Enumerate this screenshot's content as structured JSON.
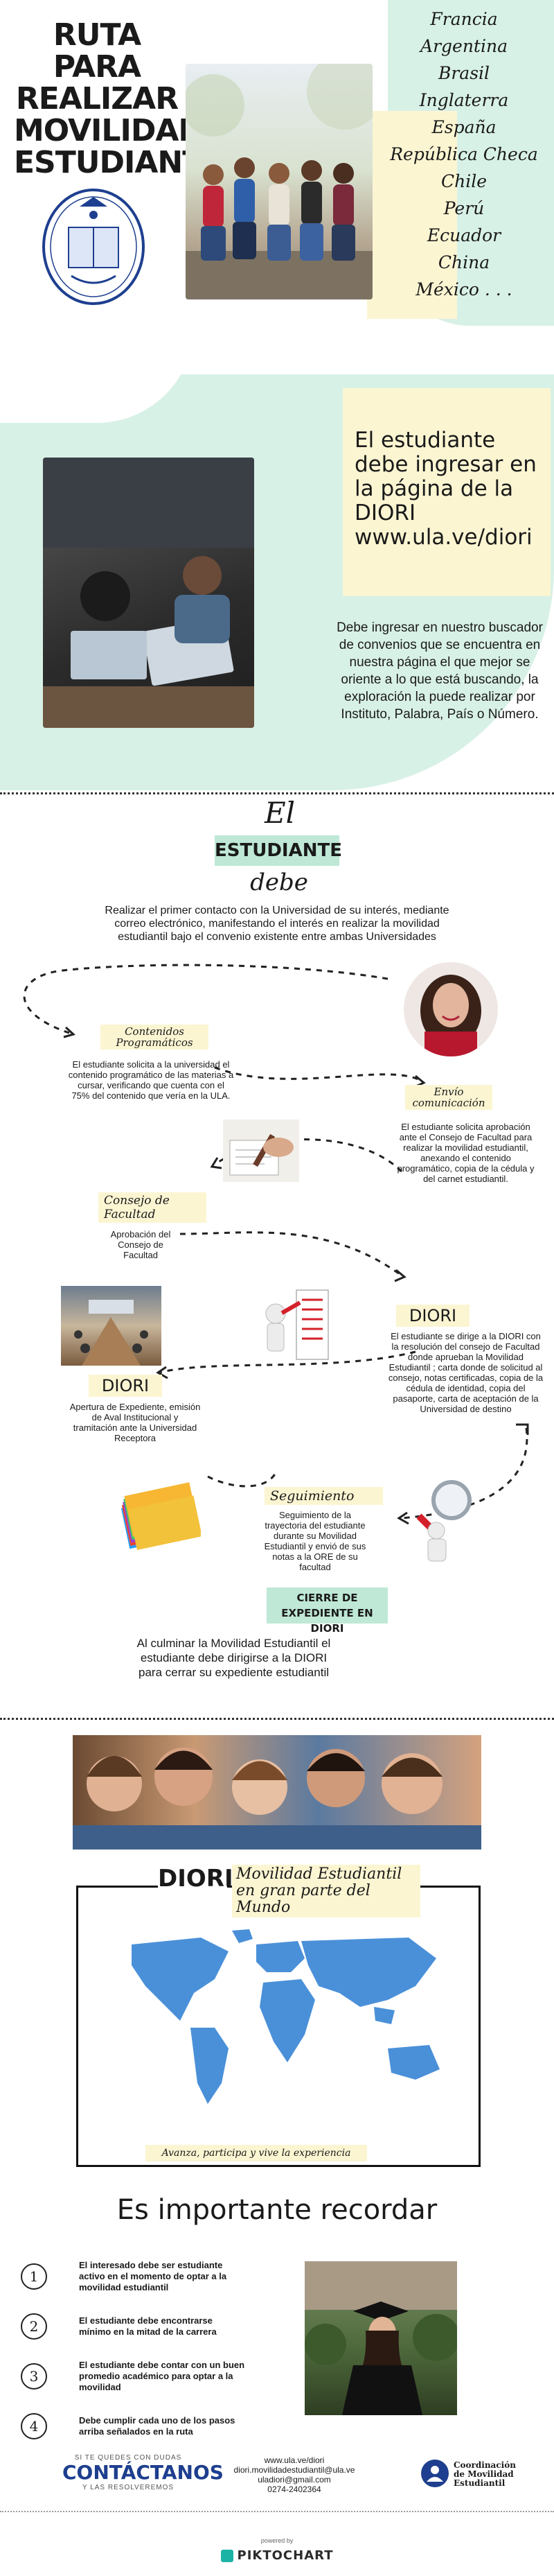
{
  "header": {
    "title_lines": [
      "RUTA PARA",
      "REALIZAR",
      "MOVILIDAD",
      "ESTUDIANTIL"
    ],
    "countries": [
      "Francia",
      "Argentina",
      "Brasil",
      "Inglaterra",
      "España",
      "República Checa",
      "Chile",
      "Perú",
      "Ecuador",
      "China",
      "México . . ."
    ]
  },
  "diori_section": {
    "heading": "El estudiante debe ingresar en la página de la DIORI www.ula.ve/diori",
    "body": "Debe ingresar en nuestro buscador de convenios que se encuentra en nuestra página el que mejor se oriente a lo que está buscando, la exploración la puede realizar por Instituto, Palabra, País o Número."
  },
  "route": {
    "el": "El",
    "estudiante": "ESTUDIANTE",
    "debe": "debe",
    "intro": "Realizar el primer contacto con la Universidad de su interés, mediante correo electrónico, manifestando el interés en realizar la movilidad estudiantil bajo el convenio existente entre ambas Universidades",
    "contenidos_label": "Contenidos Programáticos",
    "contenidos_text": "El estudiante solicita a la universidad el contenido programático de las materias a cursar, verificando que cuenta con el 75% del contenido que vería en la ULA.",
    "envio_label": "Envío comunicación",
    "envio_text": "El estudiante solicita aprobación ante el Consejo de Facultad para realizar la movilidad estudiantil, anexando el contenido programático, copia de la cédula y del carnet estudiantil.",
    "consejo_label": "Consejo de Facultad",
    "consejo_text": "Aprobación del Consejo de Facultad",
    "diori_label_right": "DIORI",
    "diori_text_right": "El estudiante se dirige a la DIORI con la resolución del consejo de Facultad donde aprueban la Movilidad Estudiantil ; carta donde de solicitud al consejo, notas certificadas, copia de la cédula de identidad, copia del pasaporte, carta de aceptación de la Universidad de destino",
    "diori_label_left": "DIORI",
    "diori_text_left": "Apertura de Expediente, emisión de Aval Institucional y tramitación ante la Universidad Receptora",
    "seguimiento_label": "Seguimiento",
    "seguimiento_text": "Seguimiento de la trayectoria del estudiante durante su Movilidad Estudiantil y envió de sus notas a la ORE de su facultad",
    "cierre": "CIERRE DE EXPEDIENTE EN DIORI",
    "closing": "Al culminar la Movilidad Estudiantil el estudiante debe dirigirse a la DIORI para cerrar su expediente estudiantil"
  },
  "map_section": {
    "diori": "DIORI",
    "subtitle": "Movilidad Estudiantil en gran parte del Mundo",
    "caption": "Avanza, participa y vive la experiencia"
  },
  "remember": {
    "heading": "Es importante recordar",
    "items": [
      {
        "num": "1",
        "text": "El interesado debe ser estudiante activo en el momento de optar a la movilidad estudiantil"
      },
      {
        "num": "2",
        "text": "El estudiante debe encontrarse mínimo en la mitad de la carrera"
      },
      {
        "num": "3",
        "text": "El estudiante debe contar con un buen promedio académico para optar a la movilidad"
      },
      {
        "num": "4",
        "text": "Debe cumplir cada uno de los pasos arriba señalados en la ruta"
      }
    ]
  },
  "footer": {
    "dudas": "SI TE QUEDES CON DUDAS",
    "contactanos": "CONTÁCTANOS",
    "resolveremos": "Y LAS RESOLVEREMOS",
    "contacts": [
      "www.ula.ve/diori",
      "diori.movilidadestudiantil@ula.ve",
      "uladiori@gmail.com",
      "0274-2402364"
    ],
    "coord": "Coordinación de Movilidad Estudiantil",
    "powered": "powered by",
    "brand": "PIKTOCHART"
  },
  "colors": {
    "mint": "#d8f1e6",
    "yellow": "#fbf5d2",
    "teal": "#bfe8d6",
    "map": "#4a90d9"
  }
}
